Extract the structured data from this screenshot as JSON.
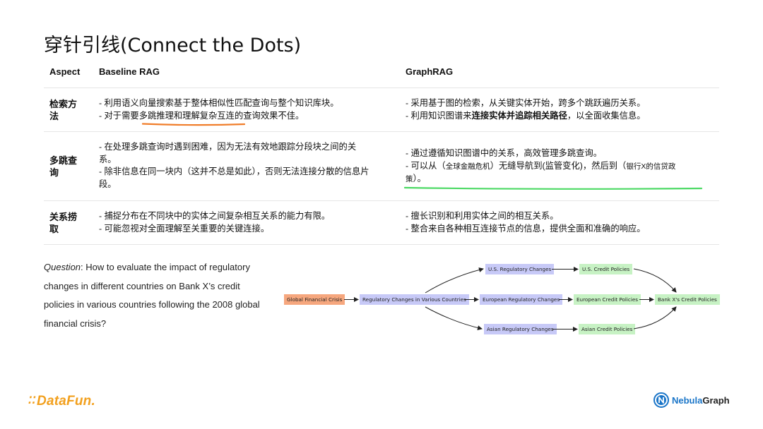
{
  "slide": {
    "title": "穿针引线(Connect the Dots)"
  },
  "table": {
    "headers": [
      "Aspect",
      "Baseline RAG",
      "GraphRAG"
    ],
    "rows": [
      {
        "aspect": [
          "检索方",
          "法"
        ],
        "baseline": [
          "- 利用语义向量搜索基于整体相似性匹配查询与整个知识库块。",
          "- 对于需要多跳推理和理解复杂互连的查询效果不佳。"
        ],
        "graphrag": [
          "- 采用基于图的检索，从关键实体开始，跨多个跳跃遍历关系。",
          "- 利用知识图谱来",
          "连接实体并追踪相关路径",
          "，以全面收集信息。"
        ]
      },
      {
        "aspect": [
          "多跳查",
          "询"
        ],
        "baseline": [
          "- 在处理多跳查询时遇到困难，因为无法有效地跟踪分段块之间的关",
          "系。",
          "- 除非信息在同一块内（这并不总是如此），否则无法连接分散的信息片",
          "段。"
        ],
        "graphrag": [
          "- 通过遵循知识图谱中的关系，高效管理多跳查询。",
          "- 可以从（",
          "全球金融危机",
          "）无缝导航到(监管变化)，然后到（",
          "银行X的信贷政",
          "策",
          "）。"
        ]
      },
      {
        "aspect": [
          "关系捞",
          "取"
        ],
        "baseline": [
          "- 捕捉分布在不同块中的实体之间复杂相互关系的能力有限。",
          "- 可能忽视对全面理解至关重要的关键连接。"
        ],
        "graphrag": [
          "- 擅长识别和利用实体之间的相互关系。",
          "- 整合来自各种相互连接节点的信息，提供全面和准确的响应。"
        ]
      }
    ]
  },
  "question": {
    "label": "Question",
    "text": ": How to evaluate the impact of regulatory changes in different countries on Bank X’s credit policies in various countries following the 2008 global financial crisis?"
  },
  "graph": {
    "nodes": {
      "gfc": "Global Financial Crisis",
      "reg_various": "Regulatory Changes in Various Countries",
      "us_reg": "U.S. Regulatory Changes",
      "eu_reg": "European Regulatory Changes",
      "asia_reg": "Asian Regulatory Changes",
      "us_credit": "U.S. Credit Policies",
      "eu_credit": "European Credit Policies",
      "asia_credit": "Asian Credit Policies",
      "bank_x": "Bank X's Credit Policies"
    },
    "colors": {
      "source": "#f6a77e",
      "intermediate": "#c7c9f7",
      "policy": "#c7f2c4"
    }
  },
  "logos": {
    "datafun": "DataFun.",
    "nebula_prefix": "Nebula",
    "nebula_suffix": "Graph"
  },
  "highlight_colors": {
    "orange": "#f07d2a",
    "green": "#4cd964"
  }
}
